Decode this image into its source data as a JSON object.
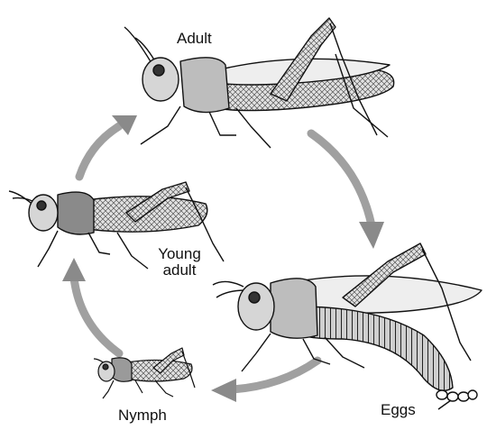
{
  "labels": {
    "adult": "Adult",
    "young_adult_line1": "Young",
    "young_adult_line2": "adult",
    "nymph": "Nymph",
    "eggs": "Eggs"
  },
  "colors": {
    "ink": "#111111",
    "arrow": "#9a9a9a",
    "arrow_dark": "#7d7d7d",
    "body_fill": "#d9d9d9",
    "body_dark": "#3a3a3a"
  },
  "icons": [
    "grasshopper-adult-icon",
    "grasshopper-egg-laying-icon",
    "grasshopper-nymph-icon",
    "grasshopper-young-adult-icon",
    "cycle-arrow-icon"
  ]
}
